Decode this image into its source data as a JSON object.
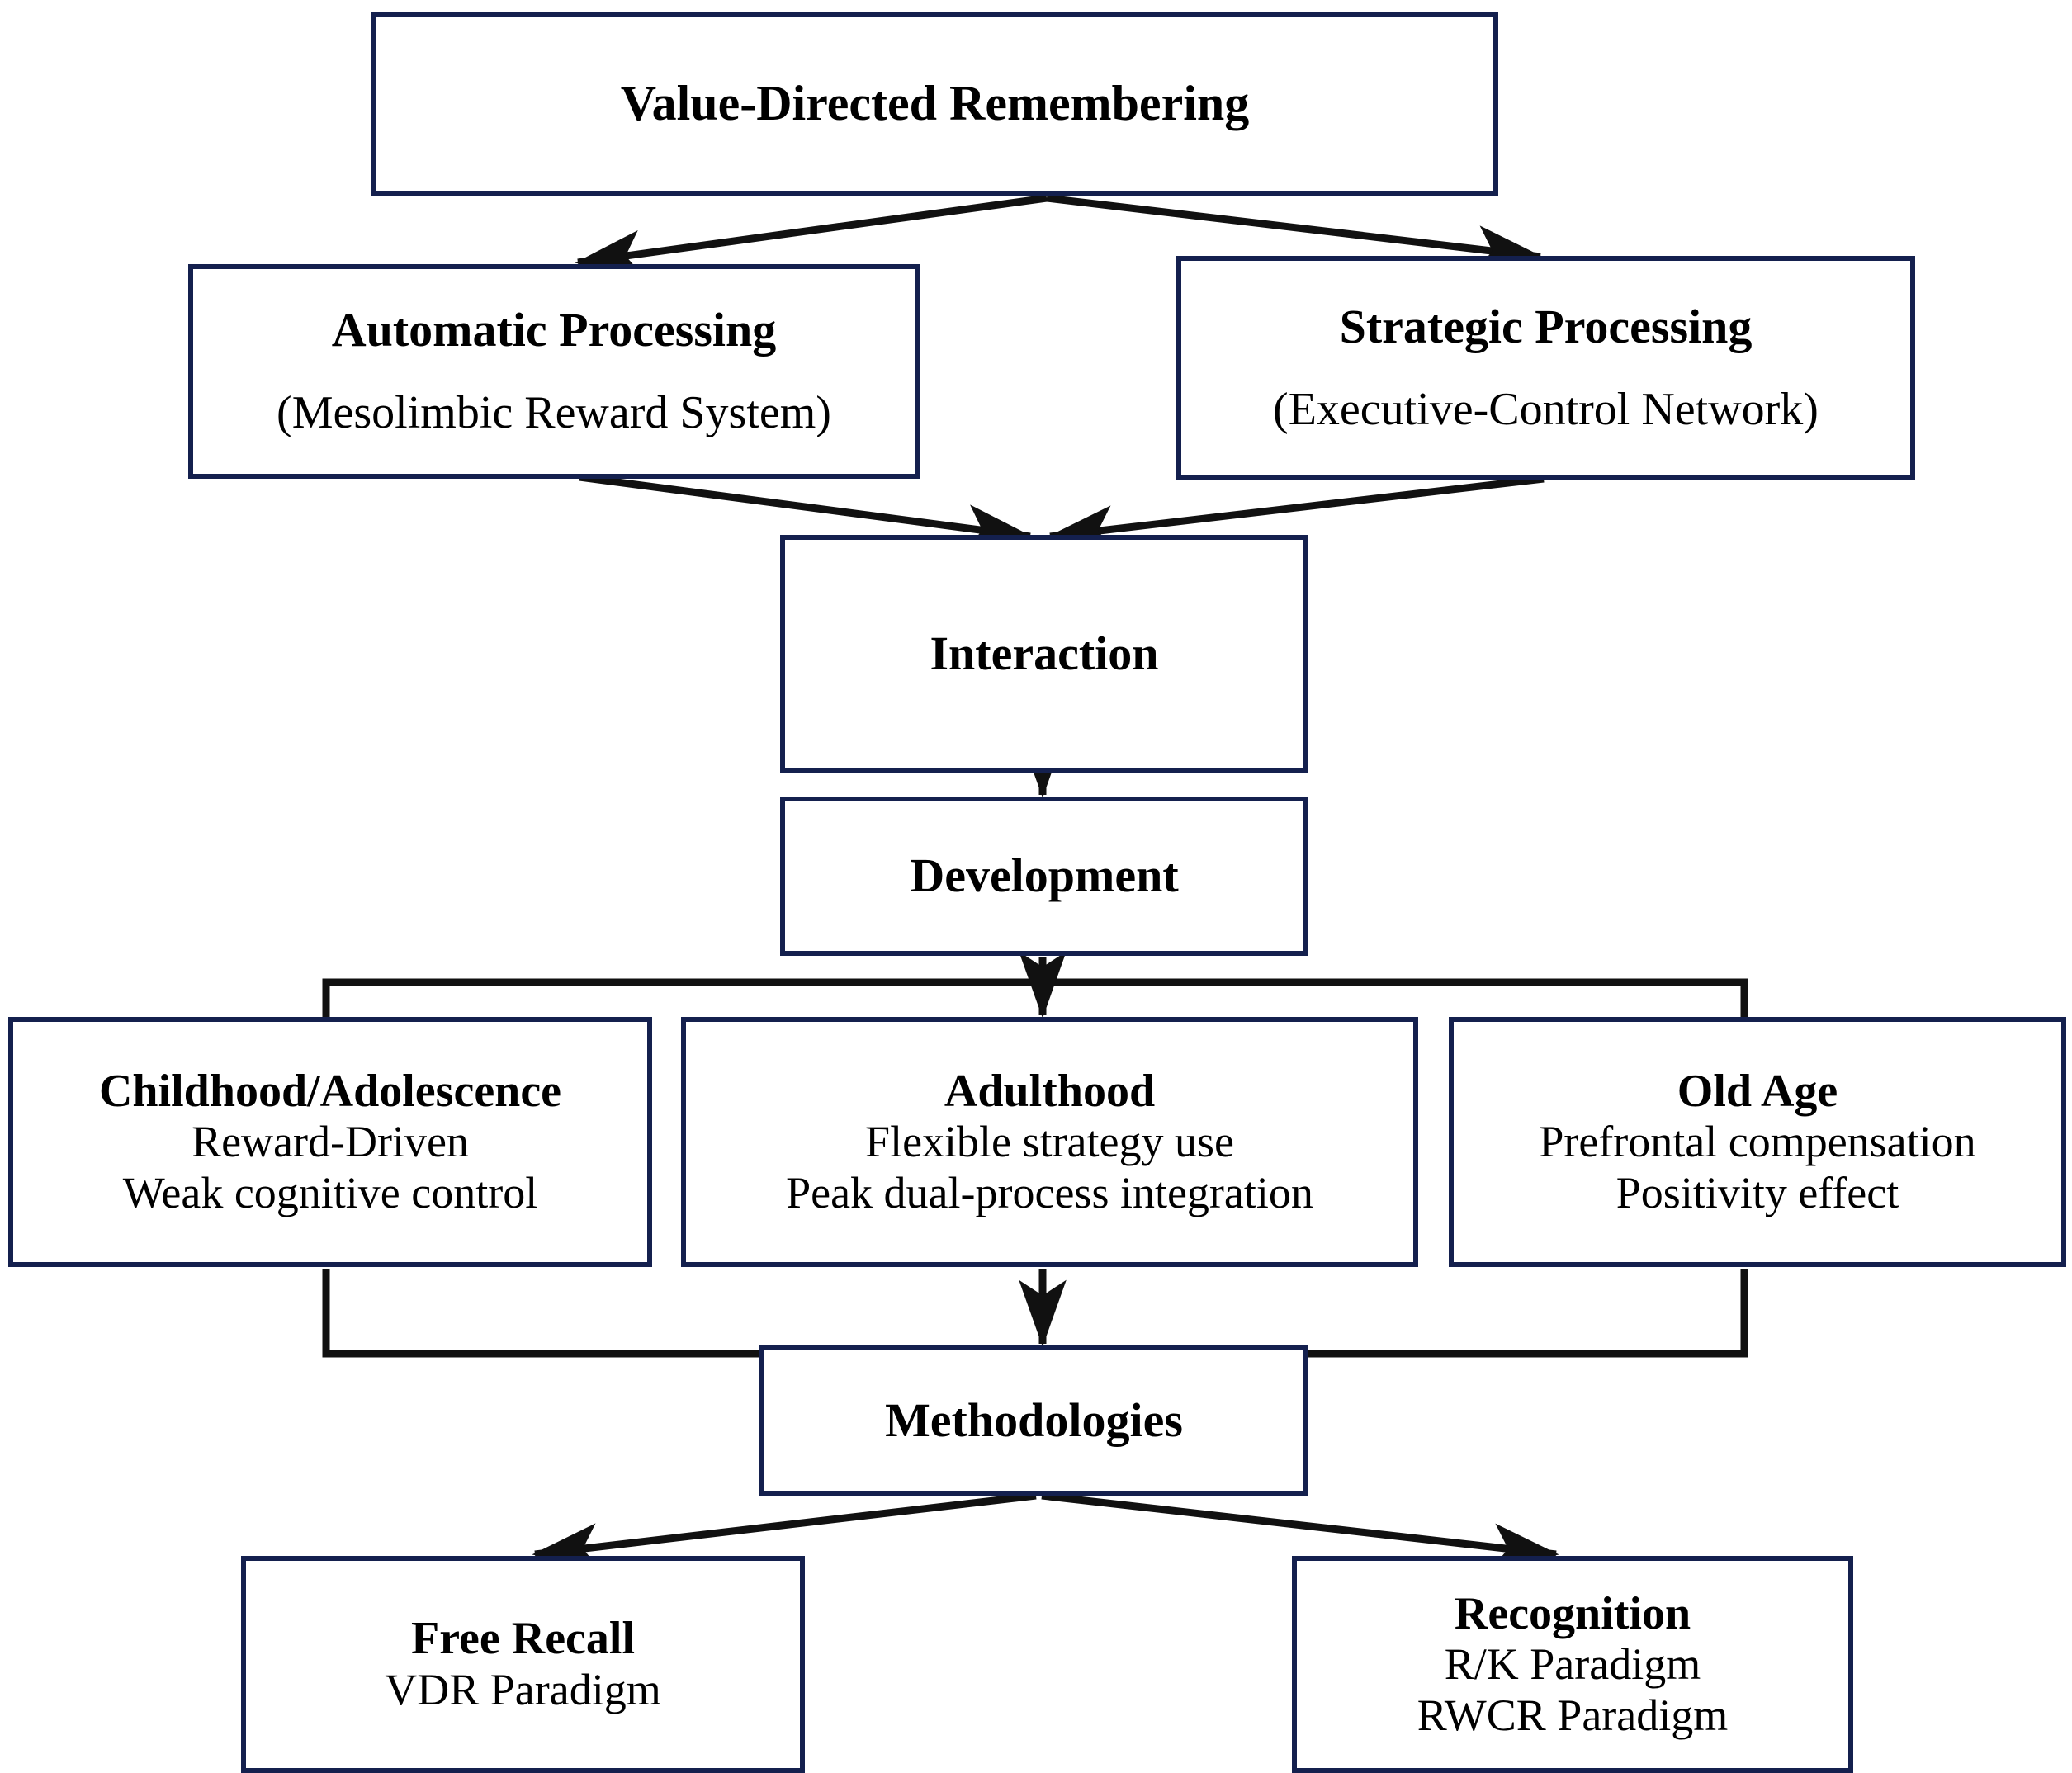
{
  "diagram": {
    "title_node": {
      "label": "Value-Directed Remembering"
    },
    "processes": [
      {
        "label": "Automatic Processing",
        "sublabel": "(Mesolimbic Reward System)"
      },
      {
        "label": "Strategic Processing",
        "sublabel": "(Executive-Control Network)"
      }
    ],
    "interaction": {
      "label": "Interaction"
    },
    "development": {
      "label": "Development"
    },
    "lifespan": [
      {
        "label": "Childhood/Adolescence",
        "lines": [
          "Reward-Driven",
          "Weak cognitive control"
        ]
      },
      {
        "label": "Adulthood",
        "lines": [
          "Flexible strategy use",
          "Peak dual-process integration"
        ]
      },
      {
        "label": "Old Age",
        "lines": [
          "Prefrontal compensation",
          "Positivity effect"
        ]
      }
    ],
    "methodologies": {
      "label": "Methodologies"
    },
    "paradigms": [
      {
        "label": "Free Recall",
        "lines": [
          "VDR Paradigm"
        ]
      },
      {
        "label": "Recognition",
        "lines": [
          "R/K Paradigm",
          "RWCR Paradigm"
        ]
      }
    ],
    "colors": {
      "box_border": "#14204e",
      "connector": "#111111",
      "text": "#000000",
      "background": "#ffffff"
    }
  }
}
